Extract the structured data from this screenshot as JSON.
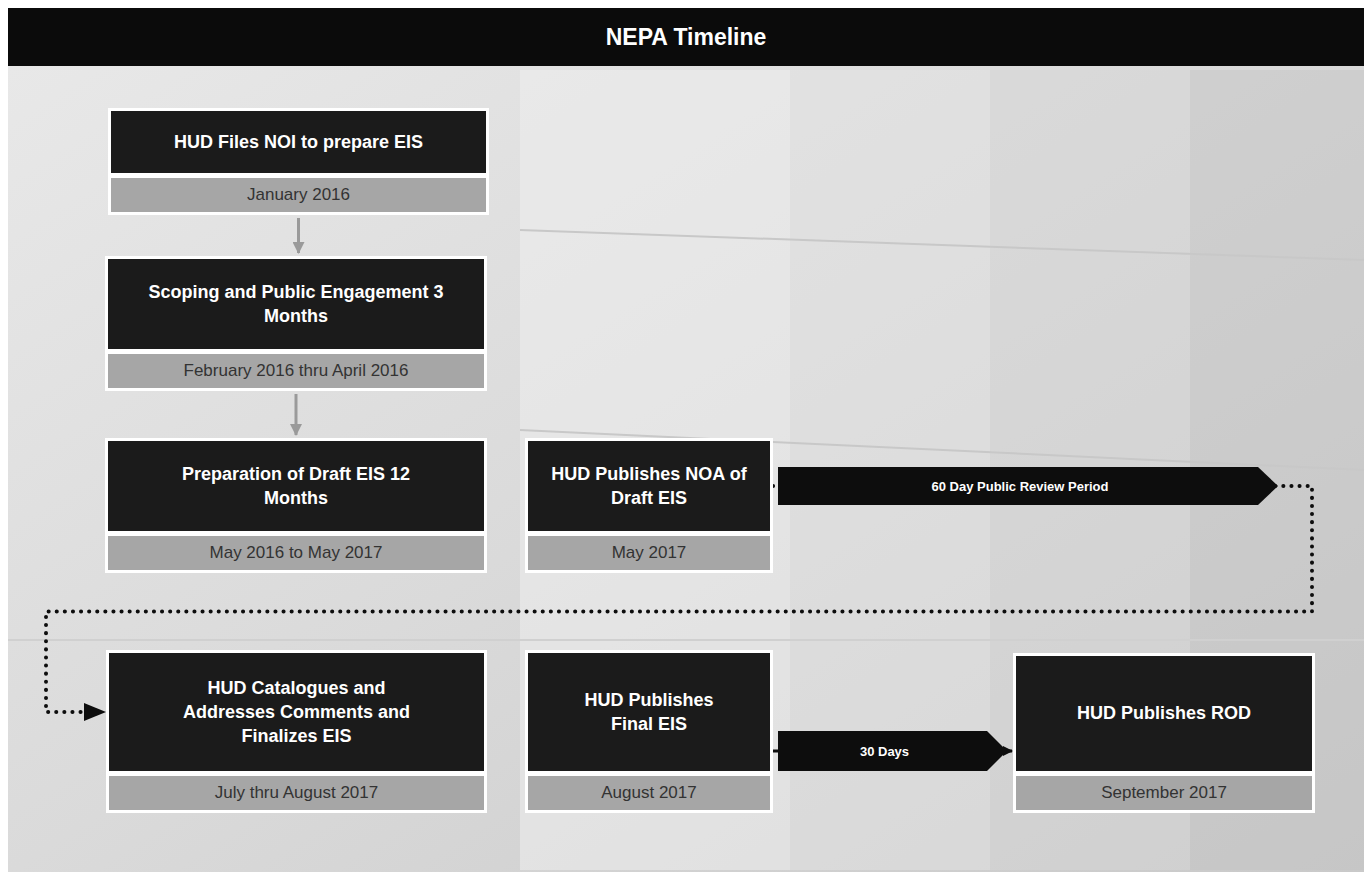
{
  "diagram": {
    "title": "NEPA Timeline",
    "nodes": [
      {
        "text": [
          "HUD Files NOI to prepare EIS",
          "January 2016"
        ]
      },
      {
        "text": [
          "Scoping and Public Engagement 3 Months",
          "February 2016 thru April 2016"
        ]
      },
      {
        "text": [
          "Preparation of Draft EIS 12 Months",
          "May 2016 to May 2017"
        ]
      },
      {
        "text": [
          "HUD Publishes NOA of Draft EIS",
          "May 2017"
        ]
      },
      {
        "text": [
          "HUD Catalogues and Addresses Comments and Finalizes EIS",
          "July thru August 2017"
        ]
      },
      {
        "text": [
          "HUD Publishes Final EIS",
          "August 2017"
        ]
      },
      {
        "text": [
          "HUD Publishes ROD",
          "September 2017"
        ]
      }
    ],
    "edges": [
      {
        "from": 0,
        "to": 1,
        "arrow": "to"
      },
      {
        "from": 1,
        "to": 2,
        "arrow": "to"
      },
      {
        "from": 3,
        "to": 4,
        "label": "60 Day Public Review Period",
        "arrow": "to"
      },
      {
        "from": 5,
        "to": 6,
        "label": "30 Days",
        "arrow": "to"
      }
    ]
  }
}
